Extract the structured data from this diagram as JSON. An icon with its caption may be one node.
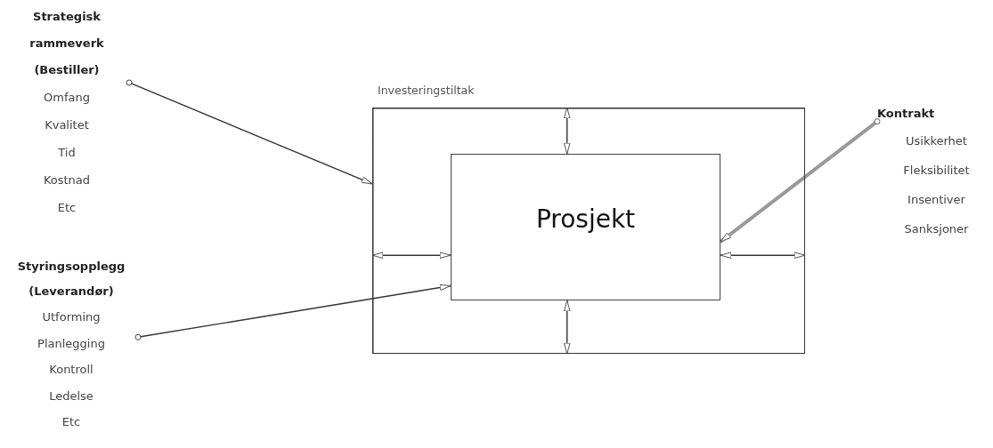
{
  "diagram": {
    "nodes": [
      {
        "text": [
          "Strategisk rammeverk (Bestiller)",
          "Omfang",
          "Kvalitet",
          "Tid",
          "Kostnad",
          "Etc"
        ]
      },
      {
        "text": [
          "Styringsopplegg (Leverandør)",
          "Utforming",
          "Planlegging",
          "Kontroll",
          "Ledelse",
          "Etc"
        ]
      },
      {
        "text": [
          "Kontrakt",
          "Usikkerhet",
          "Fleksibilitet",
          "Insentiver",
          "Sanksjoner"
        ]
      },
      {
        "text": [
          "Investeringstiltak"
        ]
      },
      {
        "text": [
          "Prosjekt"
        ],
        "in": 3
      }
    ],
    "edges": [
      {
        "from": 0,
        "to": 3,
        "arrow": "to"
      },
      {
        "from": 1,
        "to": 4,
        "arrow": "to"
      },
      {
        "from": 2,
        "to": 4,
        "arrow": "to",
        "style": "thick",
        "color": "#999999"
      },
      {
        "from": 3,
        "to": 4,
        "arrow": "both"
      },
      {
        "from": 3,
        "to": 4,
        "arrow": "both"
      },
      {
        "from": 3,
        "to": 4,
        "arrow": "both"
      },
      {
        "from": 3,
        "to": 4,
        "arrow": "both"
      }
    ]
  }
}
